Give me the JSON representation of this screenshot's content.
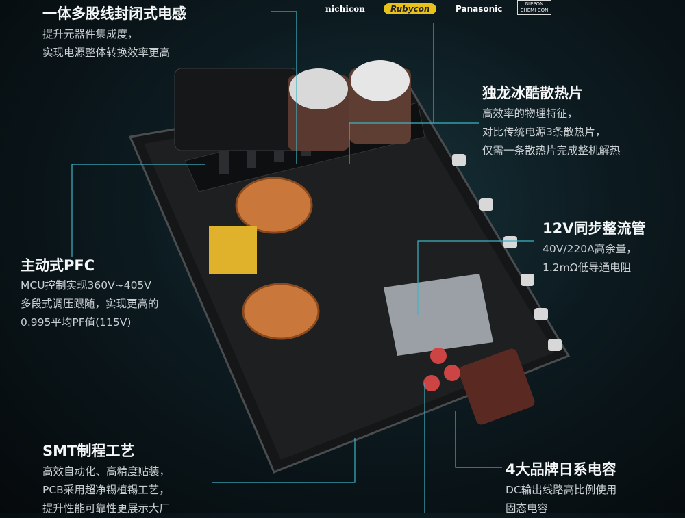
{
  "brands": [
    "nichicon",
    "Rubycon",
    "Panasonic",
    "NIPPON CHEMI-CON"
  ],
  "callouts": [
    {
      "title": "一体多股线封闭式电感",
      "lines": [
        "提升元器件集成度，",
        "实现电源整体转换效率更高"
      ]
    },
    {
      "title": "独龙冰酷散热片",
      "lines": [
        "高效率的物理特征，",
        "对比传统电源3条散热片，",
        "仅需一条散热片完成整机解热"
      ]
    },
    {
      "title": "12V同步整流管",
      "lines": [
        "40V/220A高余量，",
        "1.2mΩ低导通电阻"
      ]
    },
    {
      "title": "主动式PFC",
      "lines": [
        "MCU控制实现360V~405V",
        "多段式调压跟随，实现更高的",
        "0.995平均PF值(115V)"
      ]
    },
    {
      "title": "SMT制程工艺",
      "lines": [
        "高效自动化、高精度贴装，",
        "PCB采用超净锡植锡工艺，",
        "提升性能可靠性更展示大厂"
      ]
    },
    {
      "title": "4大品牌日系电容",
      "lines": [
        "DC输出线路高比例使用",
        "固态电容"
      ]
    }
  ],
  "colors": {
    "accent_line": "#3fb3c4"
  }
}
